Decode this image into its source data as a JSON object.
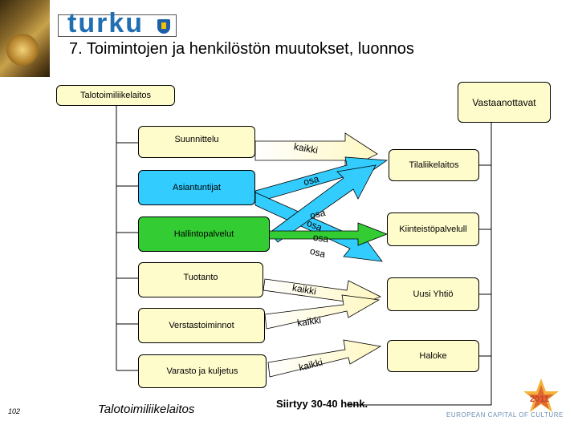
{
  "header": {
    "logo_text": "turku",
    "title": "7. Toimintojen ja henkilöstön muutokset, luonnos"
  },
  "source": {
    "org": "Talotoimiliikelaitos",
    "units": [
      "Suunnittelu",
      "Asiantuntijat",
      "Hallintopalvelut",
      "Tuotanto",
      "Verstastoiminnot",
      "Varasto ja kuljetus"
    ]
  },
  "receivers": {
    "label": "Vastaanottavat",
    "units": [
      "Tilaliikelaitos",
      "Kiinteistöpalvelull",
      "Uusi Yhtiö",
      "Haloke"
    ]
  },
  "transfers": [
    {
      "from": "Suunnittelu",
      "to": "Tilaliikelaitos",
      "label": "kaikki"
    },
    {
      "from": "Asiantuntijat",
      "to": "Tilaliikelaitos",
      "label": "osa"
    },
    {
      "from": "Asiantuntijat",
      "to": "Kiinteistöpalvelull",
      "label": "osa"
    },
    {
      "from": "Hallintopalvelut",
      "to": "Tilaliikelaitos",
      "label": "osa"
    },
    {
      "from": "Hallintopalvelut",
      "to": "Kiinteistöpalvelull",
      "label": "osa"
    },
    {
      "from": "Tuotanto",
      "to": "Uusi Yhtiö",
      "label": "kaikki"
    },
    {
      "from": "Verstastoiminnot",
      "to": "Uusi Yhtiö",
      "label": "kaikki"
    },
    {
      "from": "Varasto ja kuljetus",
      "to": "Haloke",
      "label": "kaikki"
    }
  ],
  "footer": {
    "page_number": "102",
    "left_label": "Talotoimiliikelaitos",
    "summary": "Siirtyy 30-40 henk.",
    "ecoc_text": "EUROPEAN CAPITAL OF CULTURE",
    "year_logo": "2011"
  },
  "colors": {
    "suunnittelu": "#fffccc",
    "asiantuntijat": "#33ccff",
    "hallintopalvelut": "#33cc33",
    "tuotanto": "#fffccc",
    "lower_units": "#fffccc",
    "receivers": "#fffccc"
  }
}
